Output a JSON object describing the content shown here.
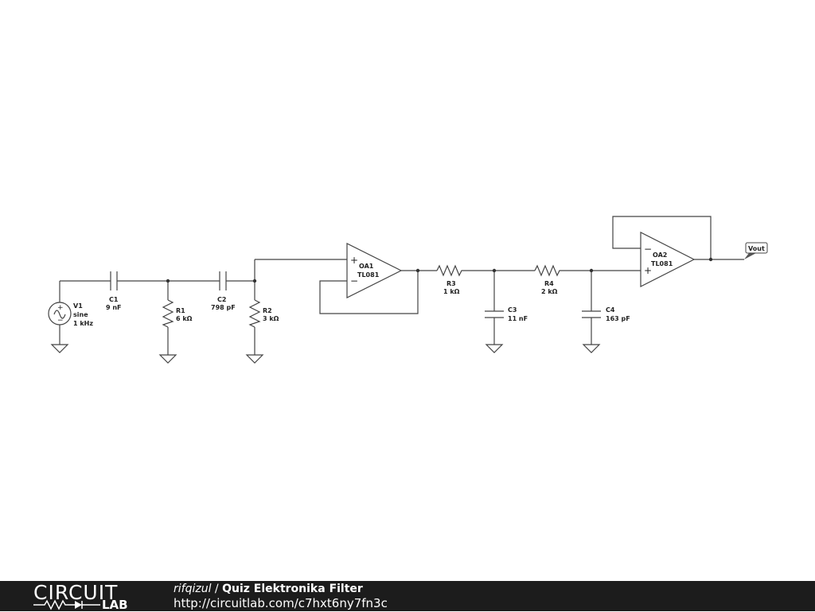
{
  "schematic": {
    "components": {
      "V1": {
        "ref": "V1",
        "type": "sine",
        "value": "1 kHz",
        "plus": "+",
        "minus": "−"
      },
      "C1": {
        "ref": "C1",
        "value": "9 nF"
      },
      "R1": {
        "ref": "R1",
        "value": "6 kΩ"
      },
      "C2": {
        "ref": "C2",
        "value": "798 pF"
      },
      "R2": {
        "ref": "R2",
        "value": "3 kΩ"
      },
      "OA1": {
        "ref": "OA1",
        "part": "TL081",
        "plus": "+",
        "minus": "−"
      },
      "R3": {
        "ref": "R3",
        "value": "1 kΩ"
      },
      "C3": {
        "ref": "C3",
        "value": "11 nF"
      },
      "R4": {
        "ref": "R4",
        "value": "2 kΩ"
      },
      "C4": {
        "ref": "C4",
        "value": "163 pF"
      },
      "OA2": {
        "ref": "OA2",
        "part": "TL081",
        "plus": "+",
        "minus": "−"
      }
    },
    "output_label": "Vout"
  },
  "footer": {
    "logo_top": "CIRCUIT",
    "logo_bottom": "LAB",
    "author": "rifqizul",
    "separator": " / ",
    "title": "Quiz Elektronika Filter",
    "url": "http://circuitlab.com/c7hxt6ny7fn3c"
  }
}
